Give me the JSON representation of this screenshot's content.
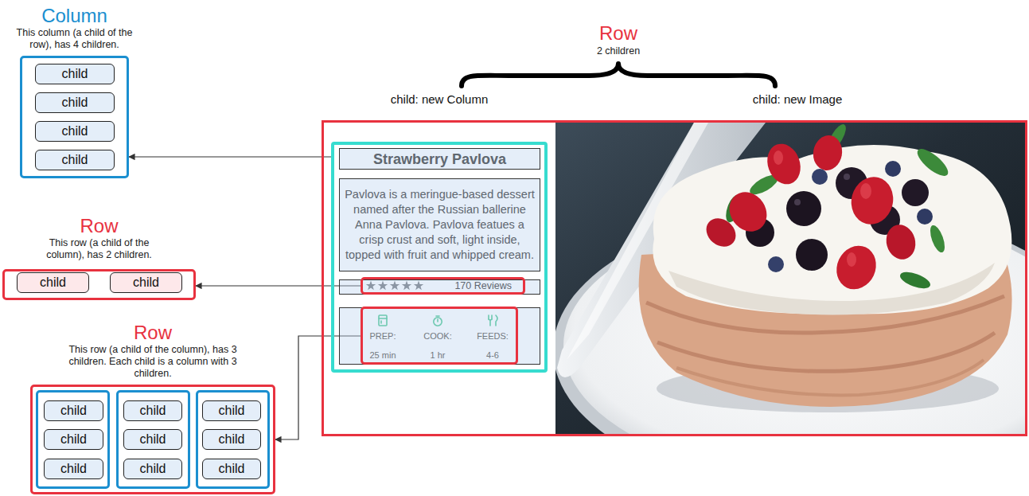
{
  "diagram": {
    "nodes": [
      {
        "text": [
          "Column",
          "This column (a child of the row), has 4 children."
        ]
      },
      {
        "text": [
          "child"
        ],
        "in": 0
      },
      {
        "text": [
          "child"
        ],
        "in": 0
      },
      {
        "text": [
          "child"
        ],
        "in": 0
      },
      {
        "text": [
          "child"
        ],
        "in": 0
      },
      {
        "text": [
          "Row",
          "This row (a child of the column), has 2 children."
        ]
      },
      {
        "text": [
          "child"
        ],
        "in": 5
      },
      {
        "text": [
          "child"
        ],
        "in": 5
      },
      {
        "text": [
          "Row",
          "This row (a child of the column), has 3 children. Each child is a column with 3 children."
        ]
      },
      {
        "text": [],
        "in": 8
      },
      {
        "text": [
          "child"
        ],
        "in": 9
      },
      {
        "text": [
          "child"
        ],
        "in": 9
      },
      {
        "text": [
          "child"
        ],
        "in": 9
      },
      {
        "text": [],
        "in": 8
      },
      {
        "text": [
          "child"
        ],
        "in": 13
      },
      {
        "text": [
          "child"
        ],
        "in": 13
      },
      {
        "text": [
          "child"
        ],
        "in": 13
      },
      {
        "text": [],
        "in": 8
      },
      {
        "text": [
          "child"
        ],
        "in": 17
      },
      {
        "text": [
          "child"
        ],
        "in": 17
      },
      {
        "text": [
          "child"
        ],
        "in": 17
      },
      {
        "text": []
      },
      {
        "text": [],
        "in": 21
      },
      {
        "text": [
          "Strawberry Pavlova"
        ],
        "in": 22
      },
      {
        "text": [
          "Pavlova is a meringue-based dessert named after the Russian ballerine Anna Pavlova. Pavlova featues a crisp crust and soft, light inside, topped with fruit and whipped cream."
        ],
        "in": 22
      },
      {
        "text": [],
        "in": 22
      },
      {
        "text": [
          "170 Reviews"
        ],
        "in": 25
      },
      {
        "text": [],
        "in": 22
      },
      {
        "text": [
          "PREP:",
          "25 min",
          "COOK:",
          "1 hr",
          "FEEDS:",
          "4-6"
        ],
        "in": 27
      }
    ],
    "edges": [
      {
        "from": 22,
        "to": 0,
        "arrow": "to"
      },
      {
        "from": 26,
        "to": 5,
        "arrow": "to"
      },
      {
        "from": 28,
        "to": 8,
        "arrow": "to"
      }
    ],
    "labels": [
      "Row",
      "2 children",
      "child: new Column",
      "child: new Image"
    ]
  }
}
